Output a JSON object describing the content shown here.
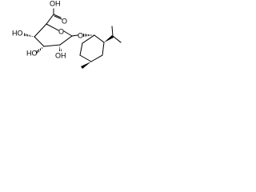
{
  "molecule": {
    "atoms": {
      "carboxyl_hydroxyl": "OH",
      "carboxyl_carbonyl": "O",
      "ring_oxygen": "O",
      "hydroxyl_4": "HO",
      "hydroxyl_3": "HO",
      "hydroxyl_2": "OH",
      "glycosidic_oxygen": "O"
    }
  }
}
